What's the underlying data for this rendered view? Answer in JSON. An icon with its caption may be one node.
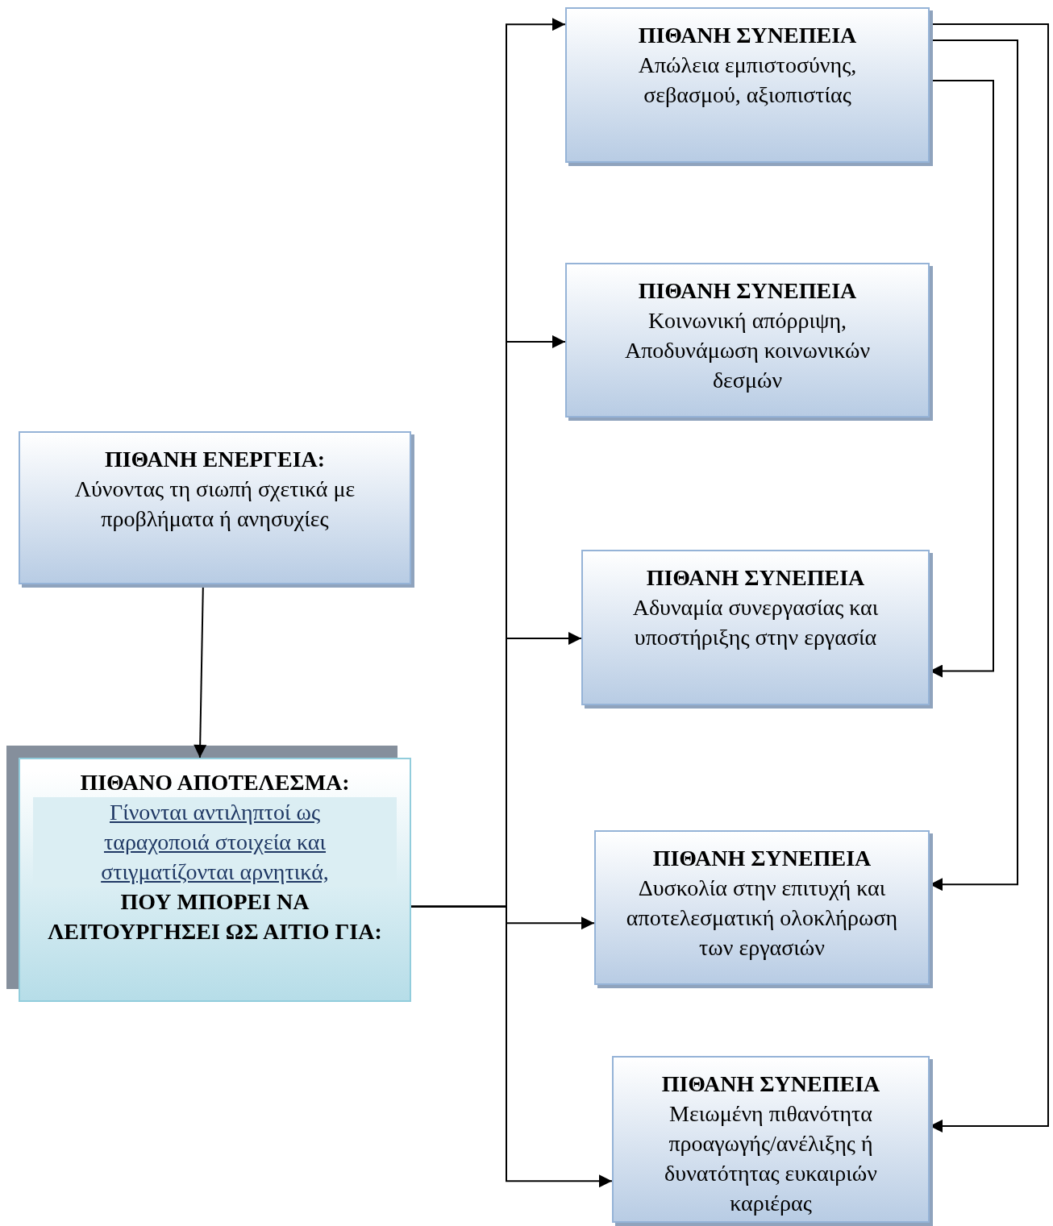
{
  "diagram": {
    "nodes": [
      {
        "text": [
          "ΠΙΘΑΝΗ ΕΝΕΡΓΕΙΑ:",
          "Λύνοντας τη σιωπή σχετικά με προβλήματα ή ανησυχίες"
        ]
      },
      {
        "text": [
          "ΠΙΘΑΝΟ ΑΠΟΤΕΛΕΣΜΑ:",
          "Γίνονται αντιληπτοί ως ταραχοποιά στοιχεία και στιγματίζονται αρνητικά,",
          "ΠΟΥ ΜΠΟΡΕΙ ΝΑ ΛΕΙΤΟΥΡΓΗΣΕΙ ΩΣ ΑΙΤΙΟ ΓΙΑ:"
        ]
      },
      {
        "text": [
          "ΠΙΘΑΝΗ ΣΥΝΕΠΕΙΑ",
          "Απώλεια εμπιστοσύνης, σεβασμού, αξιοπιστίας"
        ]
      },
      {
        "text": [
          "ΠΙΘΑΝΗ ΣΥΝΕΠΕΙΑ",
          "Κοινωνική απόρριψη, Αποδυνάμωση κοινωνικών δεσμών"
        ]
      },
      {
        "text": [
          "ΠΙΘΑΝΗ ΣΥΝΕΠΕΙΑ",
          "Αδυναμία συνεργασίας και υποστήριξης στην εργασία"
        ]
      },
      {
        "text": [
          "ΠΙΘΑΝΗ ΣΥΝΕΠΕΙΑ",
          "Δυσκολία στην επιτυχή και αποτελεσματική ολοκλήρωση των εργασιών"
        ]
      },
      {
        "text": [
          "ΠΙΘΑΝΗ ΣΥΝΕΠΕΙΑ",
          "Μειωμένη πιθανότητα προαγωγής/ανέλιξης ή δυνατότητας ευκαιριών καριέρας"
        ]
      }
    ],
    "edges": [
      {
        "from": 0,
        "to": 1,
        "arrow": "to"
      },
      {
        "from": 1,
        "to": 2,
        "arrow": "to"
      },
      {
        "from": 1,
        "to": 3,
        "arrow": "to"
      },
      {
        "from": 1,
        "to": 4,
        "arrow": "to"
      },
      {
        "from": 1,
        "to": 5,
        "arrow": "to"
      },
      {
        "from": 1,
        "to": 6,
        "arrow": "to"
      },
      {
        "from": 2,
        "to": 4,
        "arrow": "to"
      },
      {
        "from": 2,
        "to": 5,
        "arrow": "to"
      },
      {
        "from": 2,
        "to": 6,
        "arrow": "to"
      }
    ]
  }
}
